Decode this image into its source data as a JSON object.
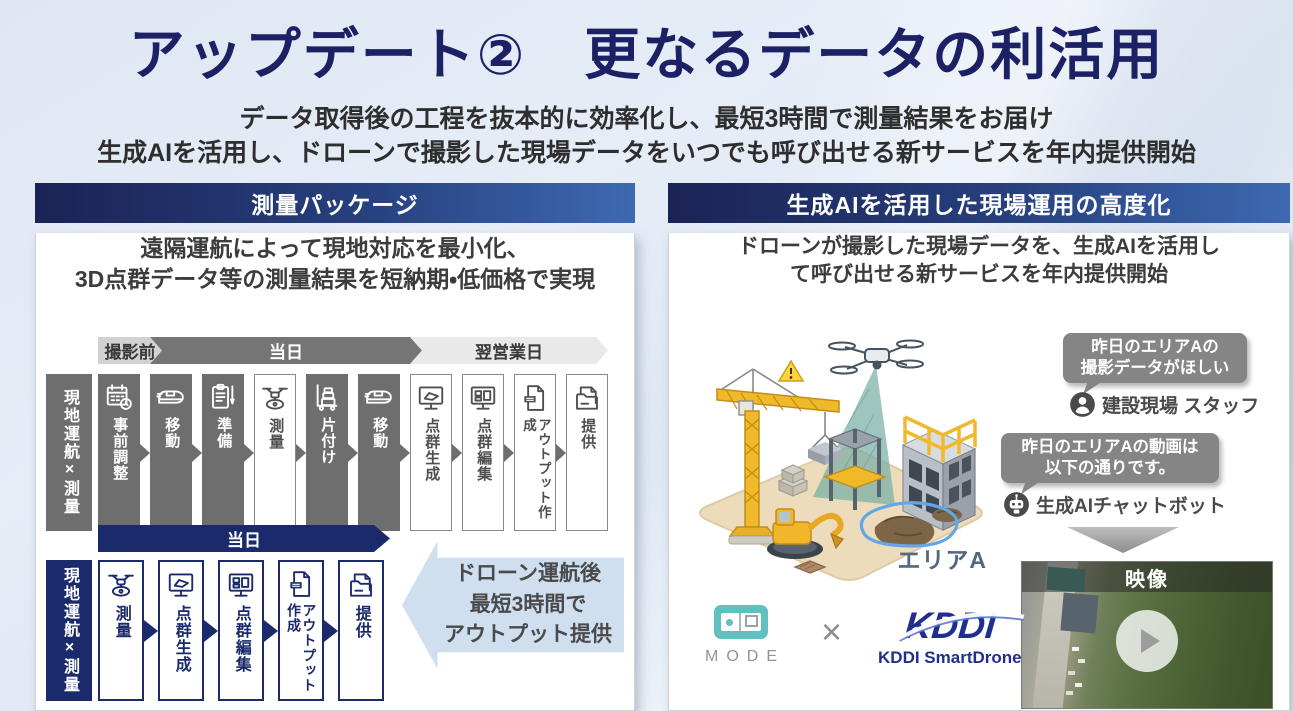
{
  "header": {
    "title": "アップデート②　更なるデータの利活用",
    "subtitle1": "データ取得後の工程を抜本的に効率化し、最短3時間で測量結果をお届け",
    "subtitle2": "生成AIを活用し、ドローンで撮影した現場データをいつでも呼び出せる新サービスを年内提供開始"
  },
  "survey_panel": {
    "header": "測量パッケージ",
    "lead1": "遠隔運航によって現地対応を最小化、",
    "lead2": "3D点群データ等の測量結果を短納期・低価格で実現",
    "row1": {
      "side_label": "現地運航×測量",
      "timeline": {
        "pre": "撮影前",
        "day": "当日",
        "next": "翌営業日"
      },
      "steps": [
        {
          "label": "事前調整",
          "icon": "calendar-clock-icon",
          "variant": "dark"
        },
        {
          "label": "移動",
          "icon": "train-icon",
          "variant": "dark"
        },
        {
          "label": "準備",
          "icon": "clipboard-icon",
          "variant": "dark"
        },
        {
          "label": "測量",
          "icon": "drone-icon",
          "variant": "light"
        },
        {
          "label": "片付け",
          "icon": "cart-icon",
          "variant": "dark"
        },
        {
          "label": "移動",
          "icon": "train-icon",
          "variant": "dark"
        },
        {
          "label": "点群生成",
          "icon": "monitor-pointcloud-icon",
          "variant": "light"
        },
        {
          "label": "点群編集",
          "icon": "monitor-edit-icon",
          "variant": "light"
        },
        {
          "label": "アウトプット作成",
          "icon": "data-file-icon",
          "variant": "light"
        },
        {
          "label": "提供",
          "icon": "folder-icon",
          "variant": "light"
        }
      ]
    },
    "row2": {
      "side_label": "現地運航×測量",
      "timeline_day": "当日",
      "steps": [
        {
          "label": "測量",
          "icon": "drone-icon"
        },
        {
          "label": "点群生成",
          "icon": "monitor-pointcloud-icon"
        },
        {
          "label": "点群編集",
          "icon": "monitor-edit-icon"
        },
        {
          "label": "アウトプット作成",
          "icon": "data-file-icon"
        },
        {
          "label": "提供",
          "icon": "folder-icon"
        }
      ],
      "callout": {
        "line1": "ドローン運航後",
        "line2": "最短3時間で",
        "line3": "アウトプット提供"
      }
    }
  },
  "ai_panel": {
    "header": "生成AIを活用した現場運用の高度化",
    "lead1": "ドローンが撮影した現場データを、生成AIを活用し",
    "lead2": "て呼び出せる新サービスを年内提供開始",
    "area_label": "エリアA",
    "chat": {
      "user_bubble_line1": "昨日のエリアAの",
      "user_bubble_line2": "撮影データがほしい",
      "user_label": "建設現場 スタッフ",
      "user_icon": "person-icon",
      "bot_bubble_line1": "昨日のエリアAの動画は",
      "bot_bubble_line2": "以下の通りです。",
      "bot_label": "生成AIチャットボット",
      "bot_icon": "robot-icon"
    },
    "video": {
      "label": "映像",
      "play_icon": "play-icon"
    },
    "logos": {
      "mode": "MODE",
      "separator": "×",
      "kddi": "KDDI",
      "kddi_sub": "KDDI SmartDrone"
    }
  },
  "colors": {
    "navy": "#1b2a6b",
    "header_gradient_start": "#1b2356",
    "header_gradient_end": "#3e69b2",
    "dark_gray_step": "#6e6e6e",
    "callout_blue": "#cfdff0",
    "bubble_gray": "#858585",
    "mode_teal": "#5fc0bf",
    "kddi_navy": "#202f8f",
    "title_navy": "#1c2166"
  }
}
